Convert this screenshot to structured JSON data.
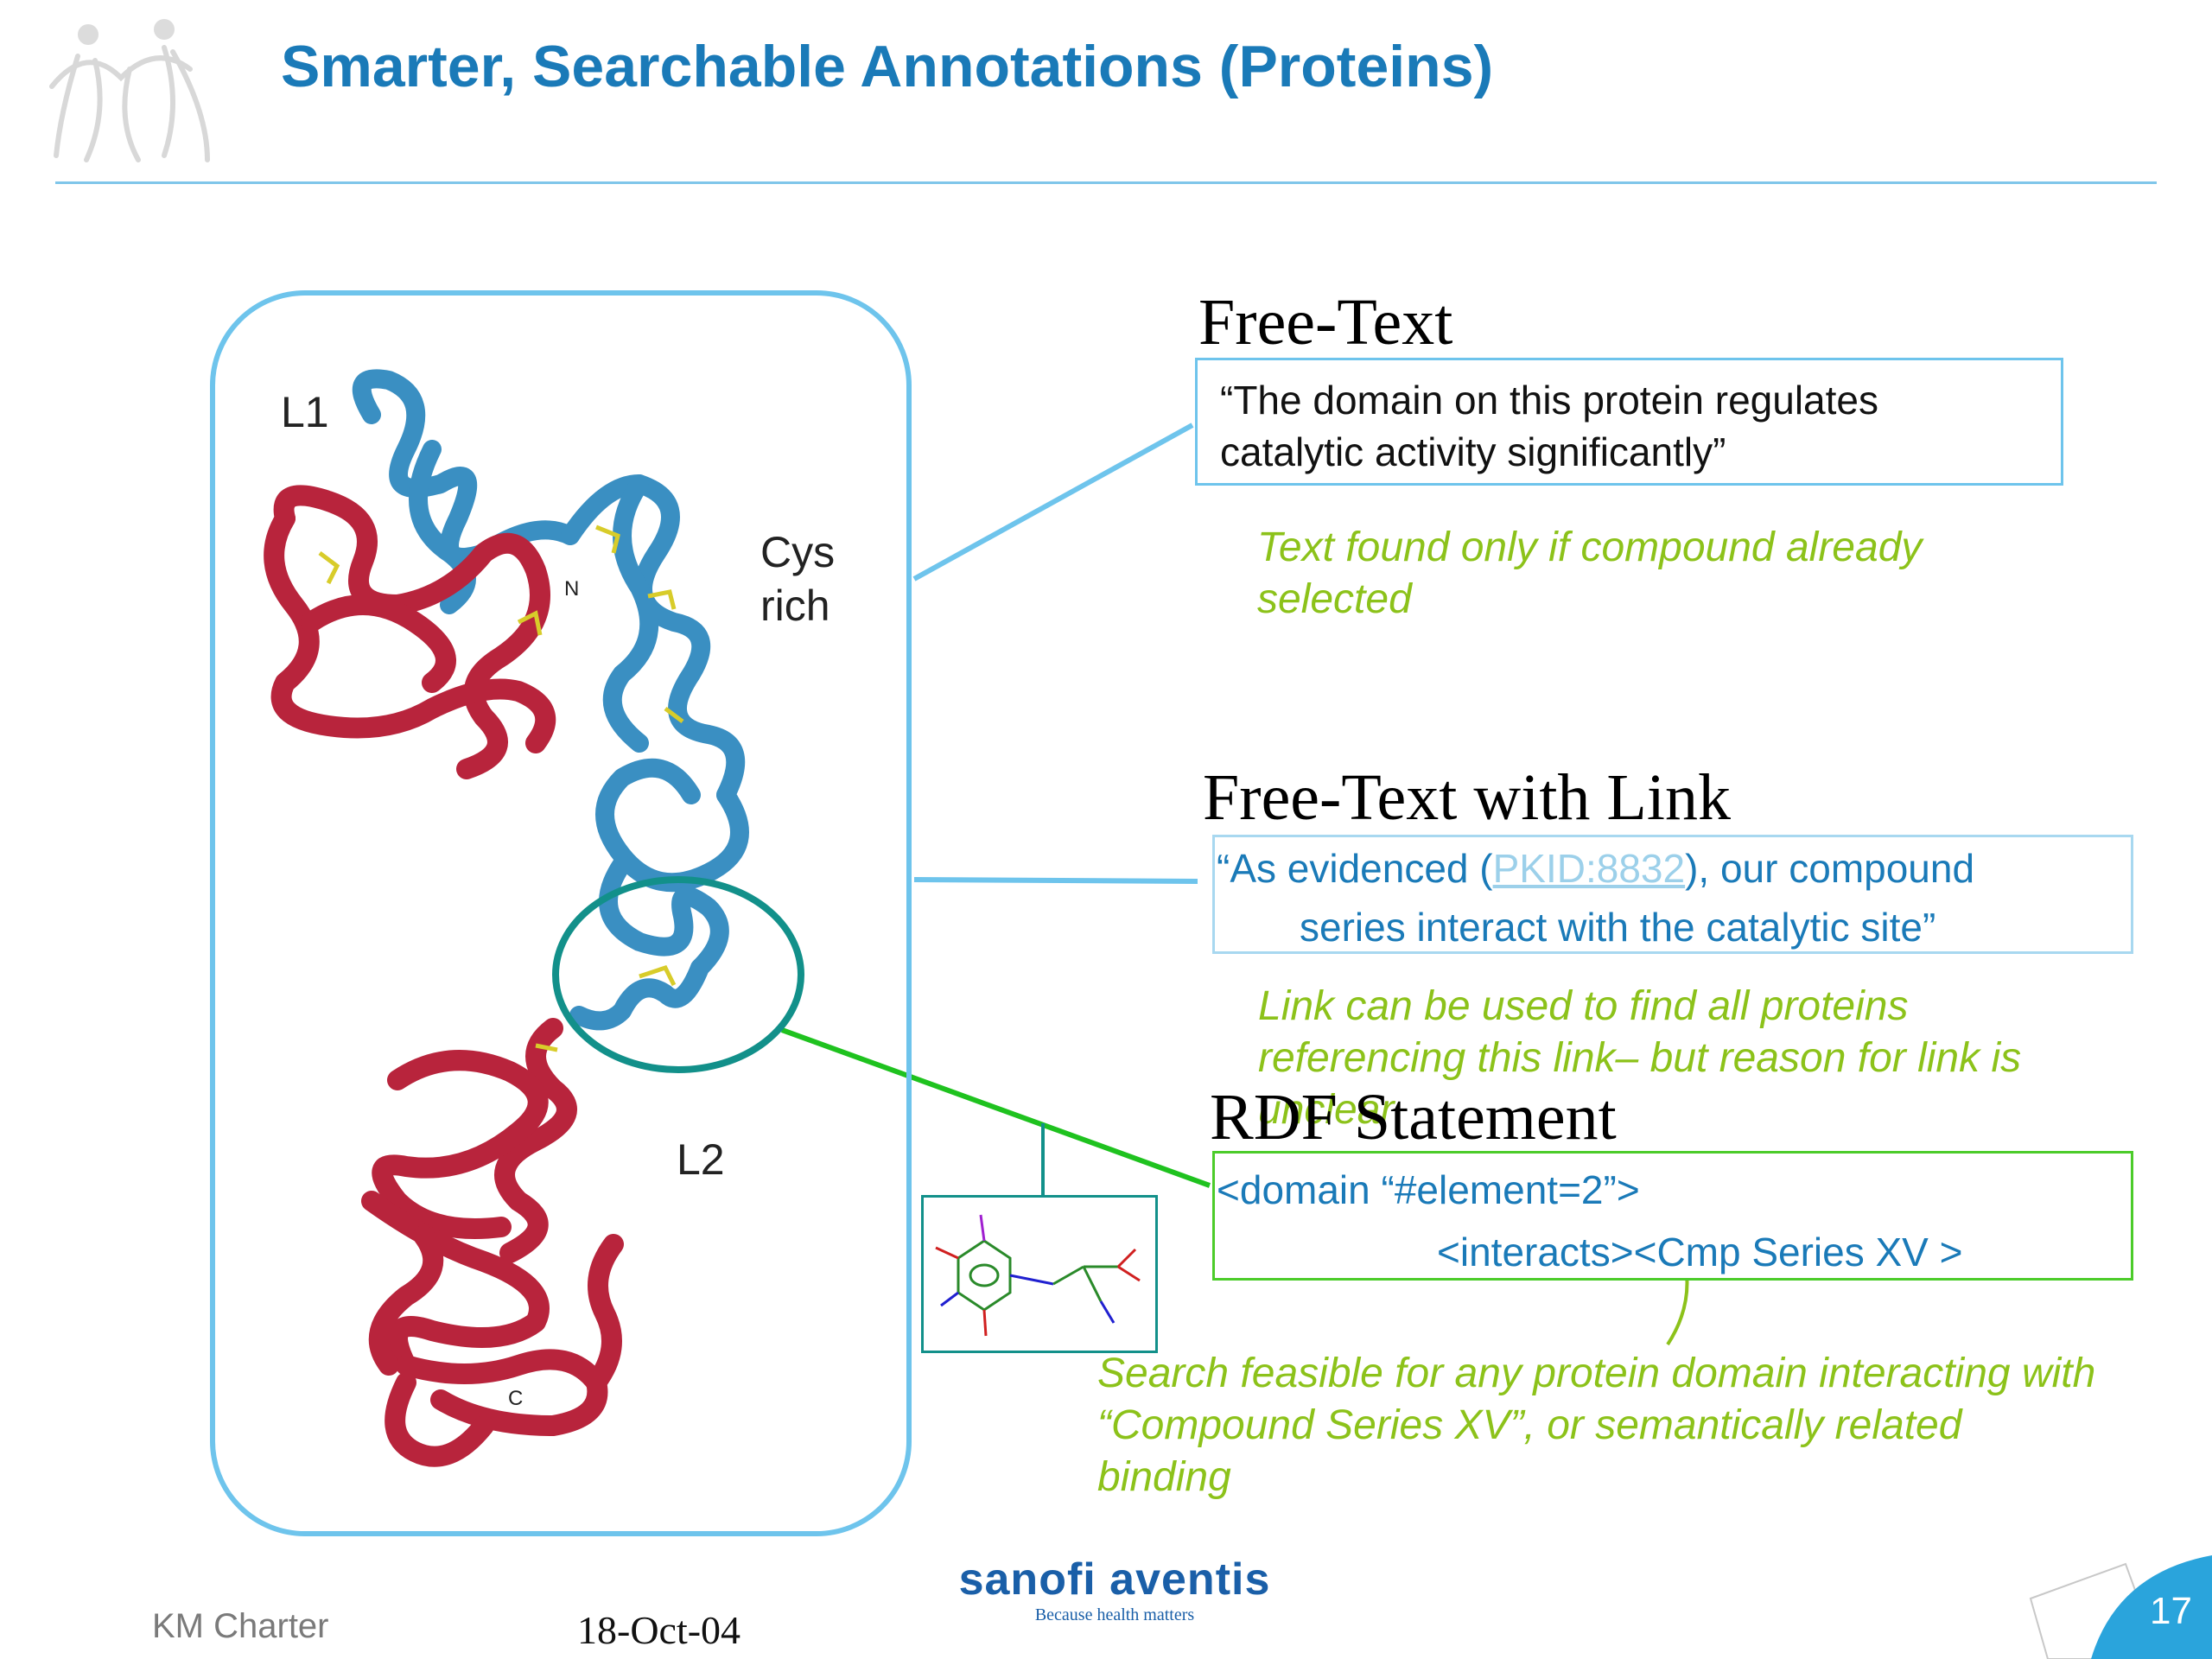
{
  "header": {
    "title": "Smarter, Searchable Annotations (Proteins)"
  },
  "protein": {
    "label_l1": "L1",
    "label_cys": "Cys",
    "label_rich": "rich",
    "label_l2": "L2",
    "label_n": "N",
    "label_c": "C"
  },
  "free_text": {
    "heading": "Free-Text",
    "quote_line1": "“The domain on this protein regulates",
    "quote_line2": "catalytic activity significantly”",
    "note_line1": "Text found only if compound already",
    "note_line2": "selected"
  },
  "free_text_link": {
    "heading": "Free-Text with Link",
    "quote_pre": "“As evidenced (",
    "link_text": "PKID:8832",
    "quote_post": "), our compound",
    "quote_line2": "series interact with the catalytic site”",
    "note_line1": "Link can be used to find all proteins",
    "note_line2": "referencing this link– but reason for link is",
    "note_line3": "unclear"
  },
  "rdf": {
    "heading": "RDF Statement",
    "line1": "<domain “#element=2”>",
    "line2": "<interacts><Cmp Series XV >",
    "note_line1": "Search feasible for any protein domain interacting with",
    "note_line2": "“Compound Series XV”, or semantically related",
    "note_line3": "binding"
  },
  "footer": {
    "author": "KM Charter",
    "date": "18-Oct-04",
    "brand": "sanofi aventis",
    "tagline": "Because health matters",
    "page_number": "17"
  },
  "colors": {
    "title_blue": "#1a7ab8",
    "protein_blue": "#3a8fc2",
    "protein_red": "#b8243c",
    "note_green": "#8cc21a",
    "connector_green": "#1fc21f",
    "teal_ellipse": "#12908a",
    "frame_blue": "#6ec4ec"
  }
}
